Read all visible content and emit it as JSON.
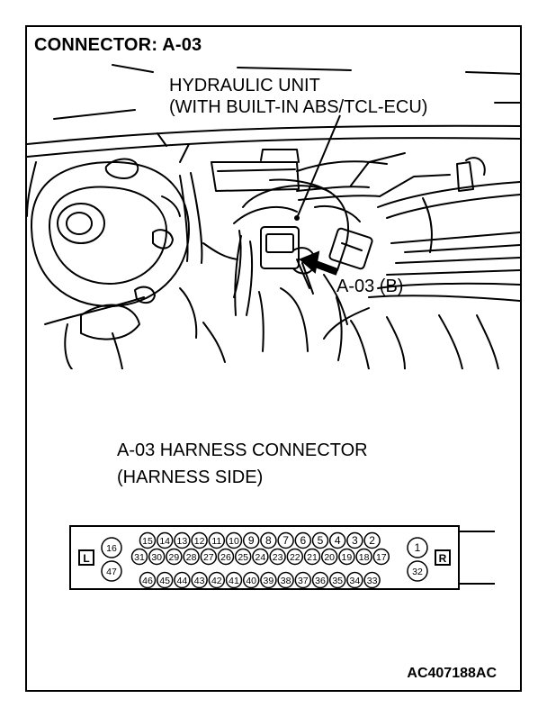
{
  "header": {
    "title": "CONNECTOR: A-03"
  },
  "component": {
    "line1": "HYDRAULIC UNIT",
    "line2": "(WITH BUILT-IN ABS/TCL-ECU)"
  },
  "callout": {
    "label": "A-03 (B)"
  },
  "harness": {
    "line1": "A-03 HARNESS CONNECTOR",
    "line2": "(HARNESS SIDE)"
  },
  "connector": {
    "side_left": "L",
    "side_right": "R",
    "row1": [
      "15",
      "14",
      "13",
      "12",
      "11",
      "10",
      "9",
      "8",
      "7",
      "6",
      "5",
      "4",
      "3",
      "2"
    ],
    "row2": [
      "31",
      "30",
      "29",
      "28",
      "27",
      "26",
      "25",
      "24",
      "23",
      "22",
      "21",
      "20",
      "19",
      "18",
      "17"
    ],
    "row3": [
      "46",
      "45",
      "44",
      "43",
      "42",
      "41",
      "40",
      "39",
      "38",
      "37",
      "36",
      "35",
      "34",
      "33"
    ],
    "left_top": "16",
    "left_bottom": "47",
    "right_top": "1",
    "right_bottom": "32"
  },
  "footer": {
    "code": "AC407188AC"
  }
}
